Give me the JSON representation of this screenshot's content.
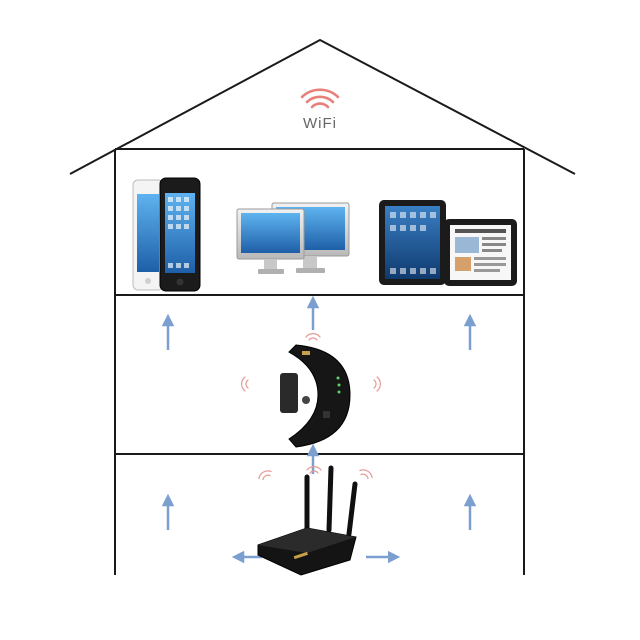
{
  "wifi_logo": {
    "label": "WiFi",
    "color": "#e8807a"
  },
  "colors": {
    "outline": "#1a1a1a",
    "arrow": "#7b9fcf",
    "signal": "#e39a94",
    "device_dark": "#151515",
    "screen_blue": "#3f8fd6"
  },
  "floors": [
    {
      "name": "top-floor",
      "content": [
        "iphone-devices",
        "imac-monitors",
        "ipad-devices"
      ]
    },
    {
      "name": "middle-floor",
      "content": [
        "wifi-repeater"
      ]
    },
    {
      "name": "ground-floor",
      "content": [
        "wireless-router"
      ]
    }
  ]
}
